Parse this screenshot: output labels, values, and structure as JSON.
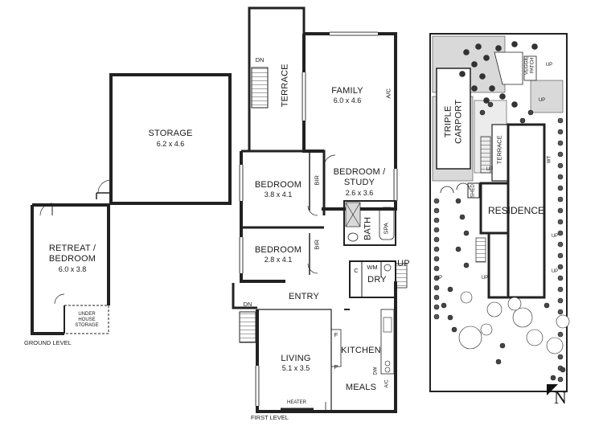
{
  "rooms": {
    "storage": {
      "name": "STORAGE",
      "dims": "6.2 x 4.6"
    },
    "retreat": {
      "name_line1": "RETREAT /",
      "name_line2": "BEDROOM",
      "dims": "6.0 x 3.8"
    },
    "family": {
      "name": "FAMILY",
      "dims": "6.0 x 4.6"
    },
    "terrace": {
      "name": "TERRACE"
    },
    "bedroom1": {
      "name": "BEDROOM",
      "dims": "3.8 x 4.1"
    },
    "study": {
      "name_line1": "BEDROOM /",
      "name_line2": "STUDY",
      "dims": "2.6 x 3.6"
    },
    "bedroom2": {
      "name": "BEDROOM",
      "dims": "2.8 x 4.1"
    },
    "entry": {
      "name": "ENTRY"
    },
    "living": {
      "name": "LIVING",
      "dims": "5.1 x 3.5"
    },
    "kitchen": {
      "name": "KITCHEN"
    },
    "meals": {
      "name": "MEALS"
    },
    "bath": {
      "name": "BATH"
    },
    "dry": {
      "name": "DRY"
    }
  },
  "small_labels": {
    "dn_terrace": "DN",
    "dn_entry": "DN",
    "ac_family": "A/C",
    "ac_meals": "A/C",
    "bir1": "BIR",
    "bir2": "BIR",
    "spa": "SPA",
    "wm": "WM",
    "c": "C",
    "up_dry": "UP",
    "f": "F",
    "p": "P",
    "dw": "DW",
    "heater": "HEATER",
    "under_house_line1": "UNDER",
    "under_house_line2": "HOUSE",
    "under_house_line3": "STORAGE"
  },
  "levels": {
    "ground": "GROUND LEVEL",
    "first": "FIRST LEVEL"
  },
  "site": {
    "residence": "RESIDENCE",
    "carport_line1": "TRIPLE",
    "carport_line2": "CARPORT",
    "terrace": "TERRACE",
    "veggie_line1": "VEGGIE",
    "veggie_line2": "PATCH",
    "shed": "SHED",
    "up": "UP",
    "wt": "WT"
  },
  "north": "N"
}
